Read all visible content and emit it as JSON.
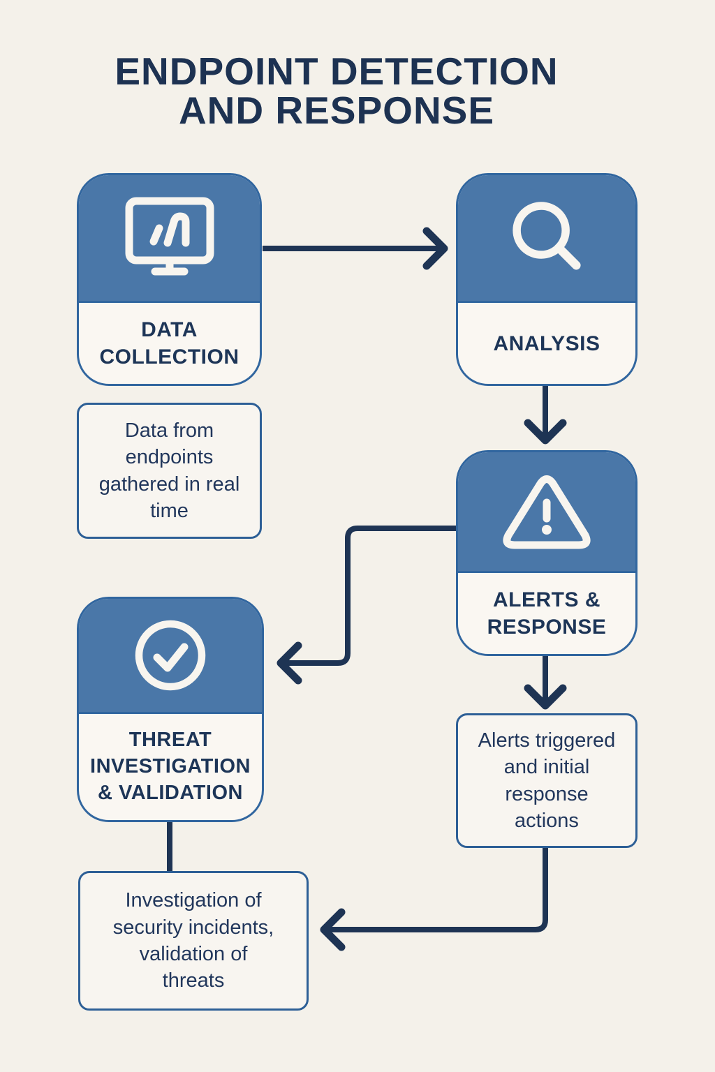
{
  "title": {
    "line1": "ENDPOINT DETECTION",
    "line2": "AND RESPONSE"
  },
  "nodes": {
    "data_collection": {
      "label": "DATA COLLECTION",
      "icon": "monitor-chart-icon"
    },
    "analysis": {
      "label": "ANALYSIS",
      "icon": "magnifying-glass-icon"
    },
    "alerts_response": {
      "label": "ALERTS & RESPONSE",
      "icon": "warning-triangle-icon"
    },
    "threat_investigation": {
      "label": "THREAT INVESTIGATION & VALIDATION",
      "icon": "check-circle-icon"
    }
  },
  "notes": {
    "data_collection": "Data from endpoints gathered in real time",
    "alerts_response": "Alerts triggered and initial response actions",
    "threat_investigation": "Investigation of security incidents, validation of threats"
  },
  "flow": [
    "data_collection -> analysis",
    "analysis -> alerts_response",
    "alerts_response -> threat_investigation",
    "alerts_response -> alerts_response_note",
    "alerts_response_note -> threat_investigation_note",
    "threat_investigation -> threat_investigation_note"
  ],
  "colors": {
    "background": "#f4f1ea",
    "card_blue": "#4a77a8",
    "card_border": "#31669f",
    "note_border": "#2d5f96",
    "navy_text": "#1d3252",
    "arrow_navy": "#1e3454",
    "icon_cream": "#f8f5ef"
  }
}
